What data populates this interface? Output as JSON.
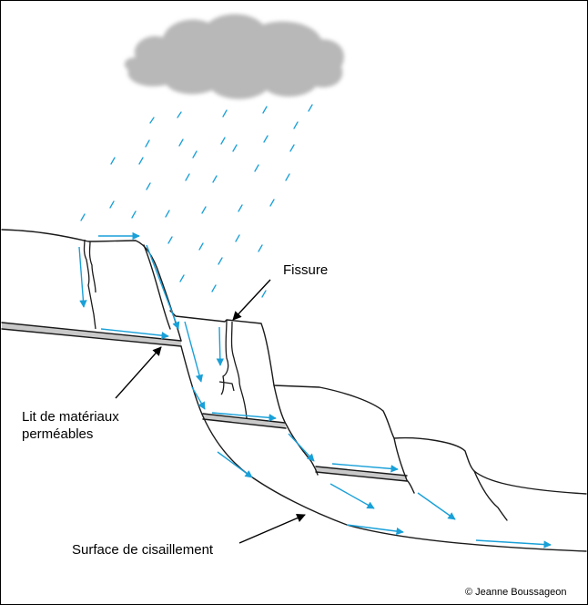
{
  "labels": {
    "fissure": "Fissure",
    "permeable_bed_line1": "Lit de matériaux",
    "permeable_bed_line2": "perméables",
    "shear_surface": "Surface de cisaillement",
    "credit": "© Jeanne Boussageon"
  },
  "colors": {
    "water_arrow": "#19a0d8",
    "rain": "#19a0d8",
    "cloud": "#b8b8b8",
    "ground_line": "#1a1a1a",
    "permeable_bed_fill": "#c9c9c9",
    "text": "#000000"
  },
  "icons": {
    "cloud": "rain-cloud-icon",
    "rain": "rain-drops",
    "flow": "water-flow-arrow"
  }
}
